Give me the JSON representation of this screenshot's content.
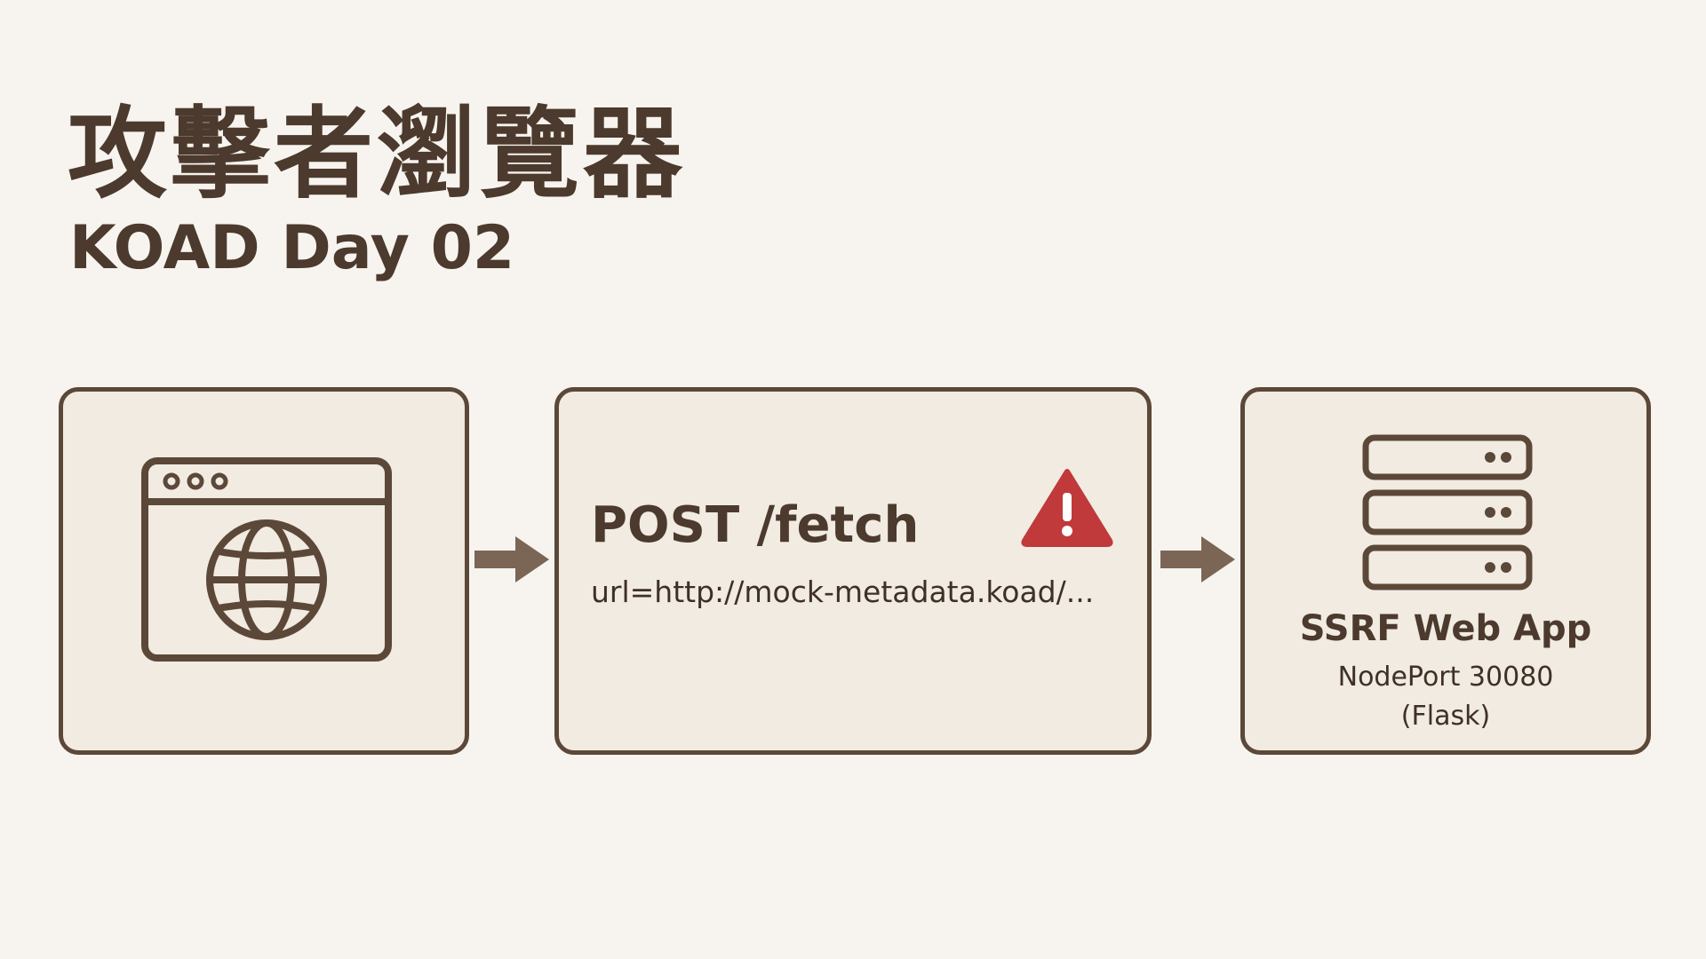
{
  "header": {
    "title": "攻擊者瀏覽器",
    "subtitle": "KOAD Day 02"
  },
  "request": {
    "method_path": "POST /fetch",
    "body": "url=http://mock-metadata.koad/..."
  },
  "server": {
    "name": "SSRF Web App",
    "port": "NodePort 30080",
    "tech": "(Flask)"
  },
  "icons": {
    "browser": "browser-globe-icon",
    "warning": "warning-icon",
    "server": "server-rack-icon",
    "arrow": "arrow-right-icon"
  },
  "colors": {
    "background": "#f7f4ef",
    "box_fill": "#f1ebe2",
    "stroke": "#5c4838",
    "arrow": "#7b6554",
    "warning": "#c0393b"
  }
}
